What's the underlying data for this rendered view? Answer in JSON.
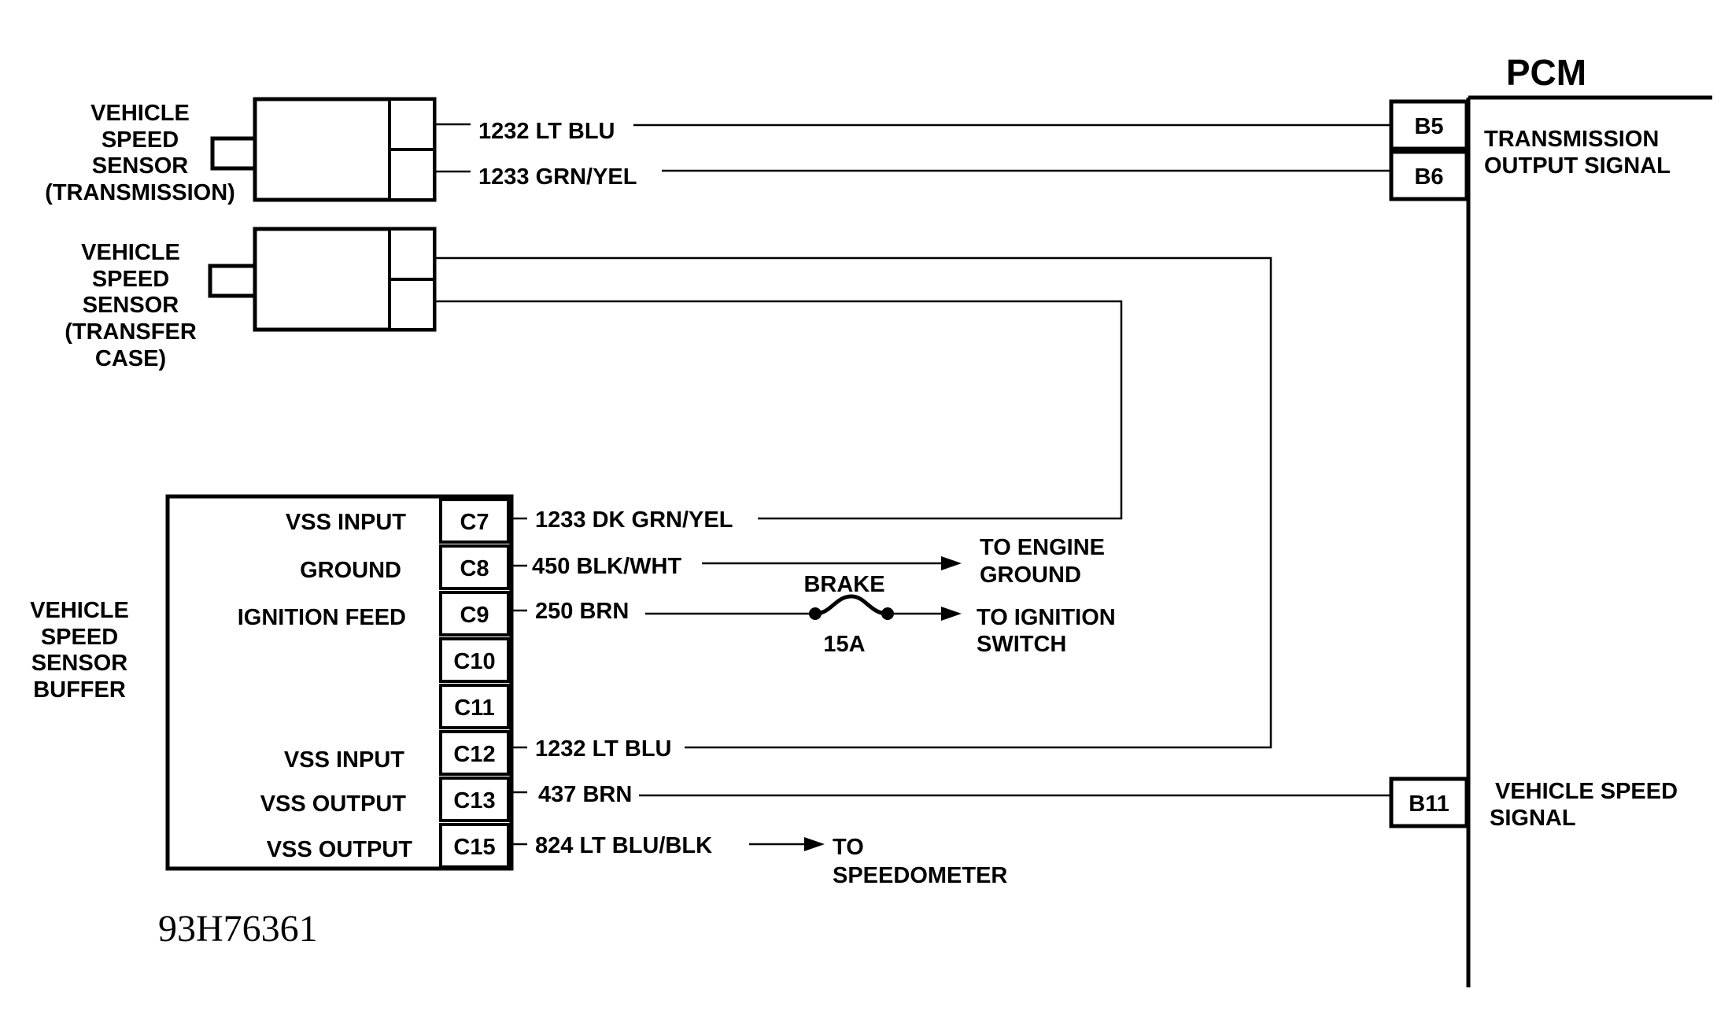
{
  "pcm": {
    "title": "PCM",
    "pins": {
      "b5": "B5",
      "b6": "B6",
      "b11": "B11"
    },
    "signals": {
      "trans_output_1": "TRANSMISSION",
      "trans_output_2": "OUTPUT SIGNAL",
      "vehicle_speed_1": "VEHICLE SPEED",
      "vehicle_speed_2": "SIGNAL"
    }
  },
  "vss_transmission": {
    "label_lines": [
      "VEHICLE",
      "SPEED",
      "SENSOR",
      "(TRANSMISSION)"
    ],
    "wires": [
      "1232 LT BLU",
      "1233 GRN/YEL"
    ]
  },
  "vss_transfer_case": {
    "label_lines": [
      "VEHICLE",
      "SPEED",
      "SENSOR",
      "(TRANSFER",
      "CASE)"
    ]
  },
  "buffer": {
    "label_lines": [
      "VEHICLE",
      "SPEED",
      "SENSOR",
      "BUFFER"
    ],
    "rows": [
      {
        "function": "VSS INPUT",
        "pin": "C7",
        "wire": "1233 DK GRN/YEL"
      },
      {
        "function": "GROUND",
        "pin": "C8",
        "wire": "450 BLK/WHT"
      },
      {
        "function": "IGNITION FEED",
        "pin": "C9",
        "wire": "250 BRN"
      },
      {
        "function": "",
        "pin": "C10",
        "wire": ""
      },
      {
        "function": "",
        "pin": "C11",
        "wire": ""
      },
      {
        "function": "VSS INPUT",
        "pin": "C12",
        "wire": "1232 LT BLU"
      },
      {
        "function": "VSS OUTPUT",
        "pin": "C13",
        "wire": "437 BRN"
      },
      {
        "function": "VSS OUTPUT",
        "pin": "C15",
        "wire": "824 LT BLU/BLK"
      }
    ]
  },
  "destinations": {
    "engine_ground_1": "TO ENGINE",
    "engine_ground_2": "GROUND",
    "ignition_switch_1": "TO IGNITION",
    "ignition_switch_2": "SWITCH",
    "speedometer_1": "TO",
    "speedometer_2": "SPEEDOMETER"
  },
  "fuse": {
    "name": "BRAKE",
    "rating": "15A"
  },
  "figure_code": "93H76361"
}
